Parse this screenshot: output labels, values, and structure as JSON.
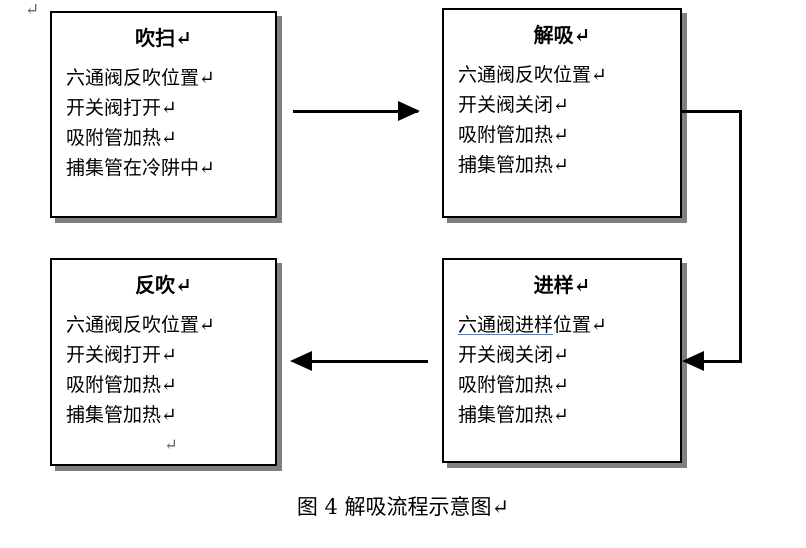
{
  "figure": {
    "caption": "图 4  解吸流程示意图↵",
    "stray_mark": "↵",
    "pilcrow_glyph": "↵",
    "colors": {
      "box_border": "#000000",
      "box_shadow": "#808080",
      "connector": "#000000",
      "underline_accent": "#5a7fa8",
      "text": "#000000",
      "background": "#ffffff"
    }
  },
  "boxes": {
    "purge": {
      "title": "吹扫↵",
      "lines": [
        {
          "text": "六通阀反吹位置↵"
        },
        {
          "text": "开关阀打开↵"
        },
        {
          "text": "吸附管加热↵"
        },
        {
          "text": "捕集管在冷阱中↵"
        }
      ]
    },
    "desorb": {
      "title": "解吸↵",
      "lines": [
        {
          "text": "六通阀反吹位置↵"
        },
        {
          "text": "开关阀关闭↵"
        },
        {
          "text": "吸附管加热↵"
        },
        {
          "text": "捕集管加热↵"
        }
      ]
    },
    "backflush": {
      "title": "反吹↵",
      "lines": [
        {
          "text": "六通阀反吹位置↵"
        },
        {
          "text": "开关阀打开↵"
        },
        {
          "text": "吸附管加热↵"
        },
        {
          "text": "捕集管加热↵"
        },
        {
          "text": "↵"
        }
      ]
    },
    "inject": {
      "title": "进样↵",
      "lines": [
        {
          "text": "六通阀进样位置↵",
          "underlined_part": "六通阀进样",
          "rest": "位置↵"
        },
        {
          "text": "开关阀关闭↵"
        },
        {
          "text": "吸附管加热↵"
        },
        {
          "text": "捕集管加热↵"
        }
      ]
    }
  },
  "connectors": [
    {
      "name": "purge-to-desorb",
      "direction": "right"
    },
    {
      "name": "desorb-to-inject",
      "direction": "down-left"
    },
    {
      "name": "inject-to-backflush",
      "direction": "left"
    }
  ]
}
